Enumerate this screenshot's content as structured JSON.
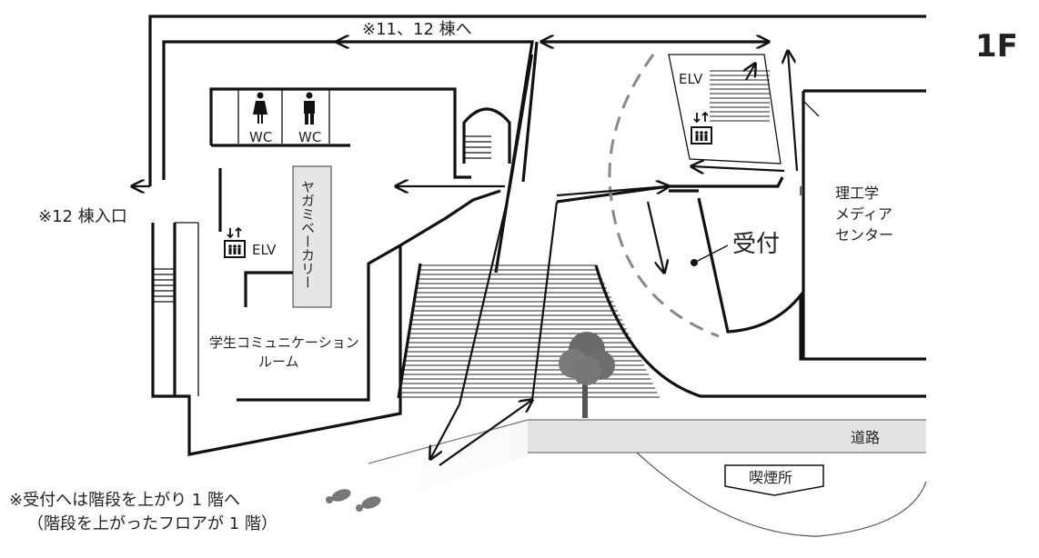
{
  "floor_label": "1F",
  "labels": {
    "to_buildings_11_12": "※11、12 棟へ",
    "building12_entrance": "※12 棟入口",
    "wc_women": "WC",
    "wc_men": "WC",
    "elv_left": "ELV",
    "elv_right": "ELV",
    "bakery": "ヤガミベーカリー",
    "student_room_line1": "学生コミュニケーション",
    "student_room_line2": "ルーム",
    "media_center_line1": "理工学",
    "media_center_line2": "メディア",
    "media_center_line3": "センター",
    "reception": "受付",
    "road": "道路",
    "smoking_area": "喫煙所",
    "note_line1": "※受付へは階段を上がり 1 階へ",
    "note_line2": "（階段を上がったフロアが 1 階）"
  },
  "icons": [
    "woman-restroom-icon",
    "man-restroom-icon",
    "elevator-icon",
    "tree-icon",
    "footprints-icon",
    "arrow-icon"
  ]
}
